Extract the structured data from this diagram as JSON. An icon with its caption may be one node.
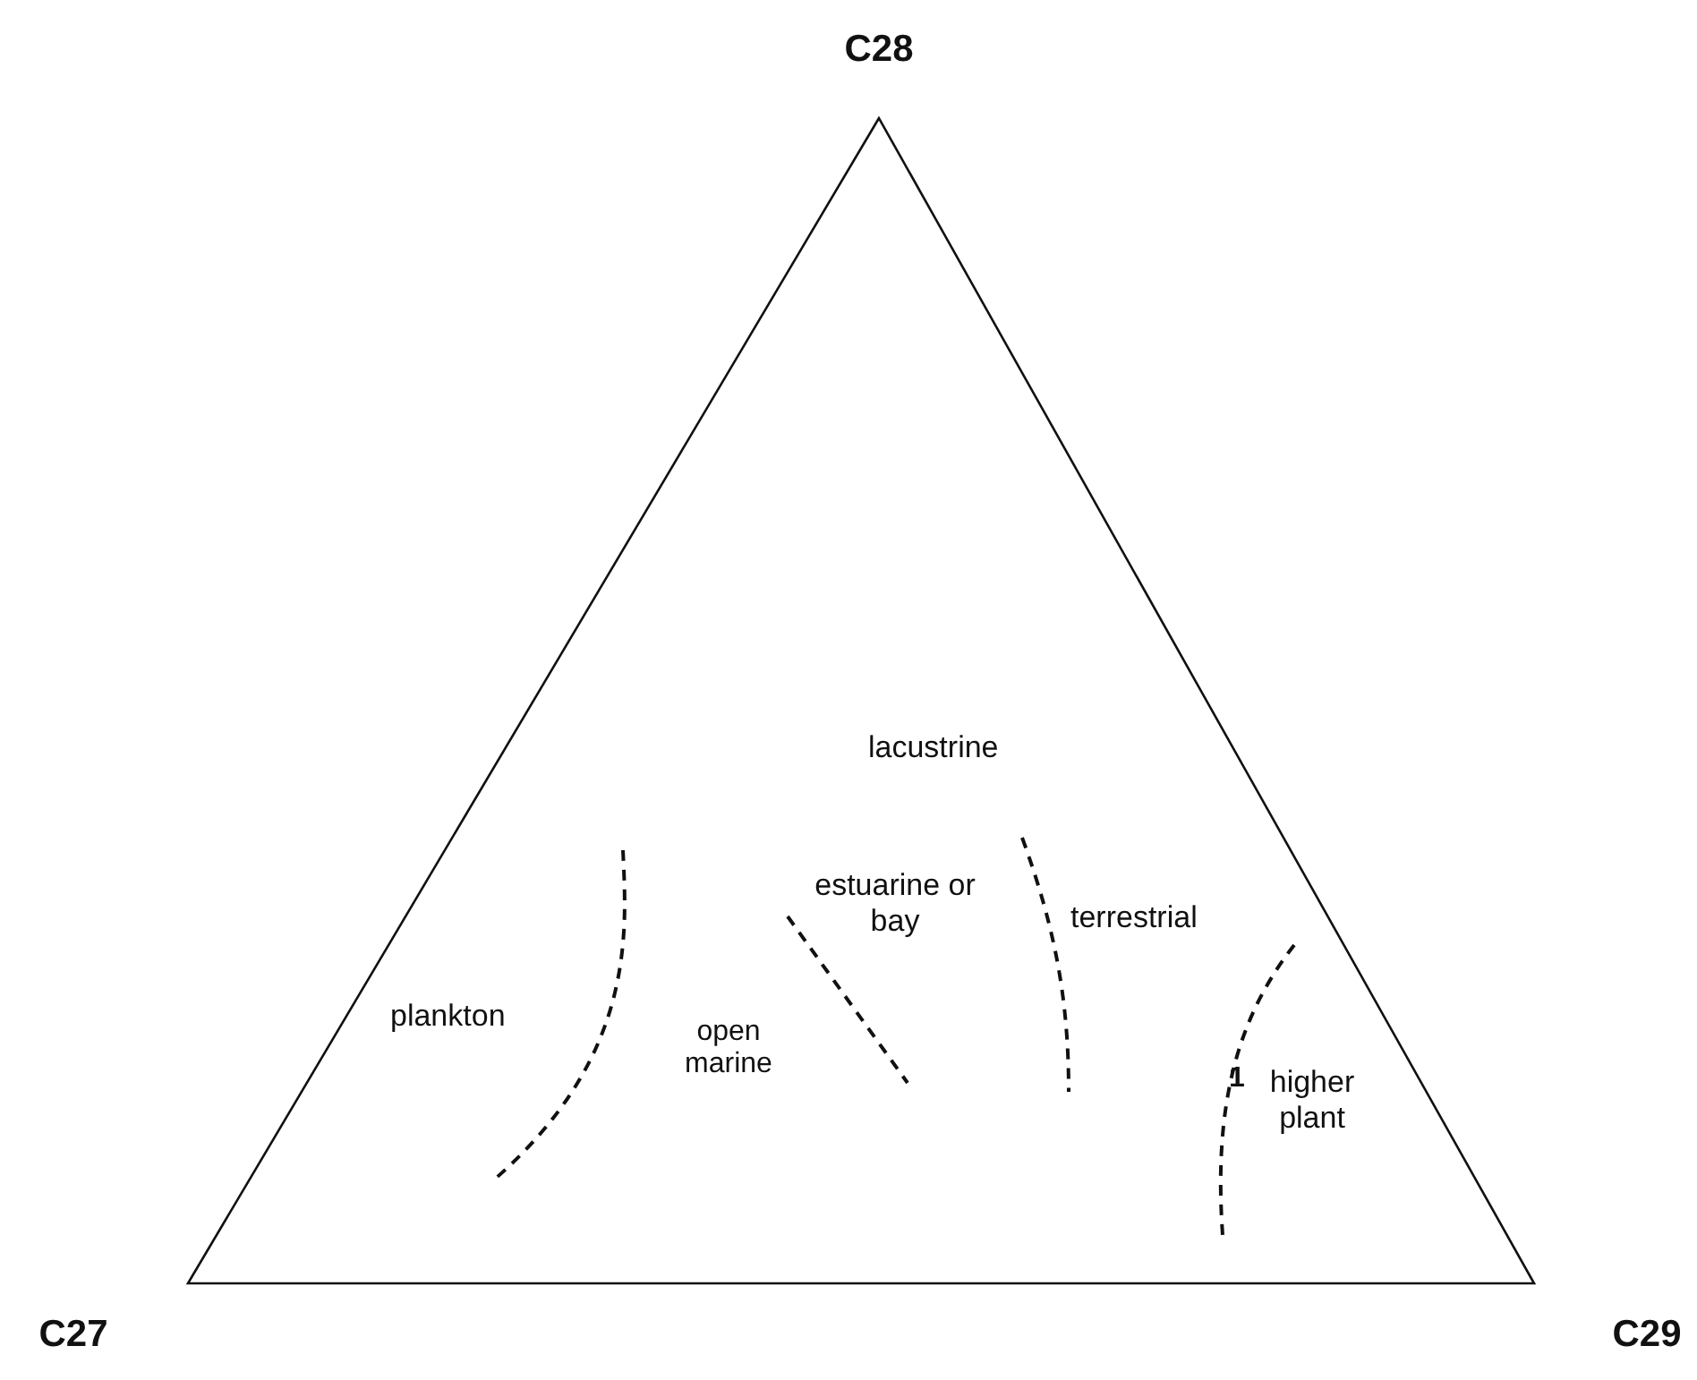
{
  "diagram": {
    "labels": [
      "C28",
      "lacustrine",
      "estuarine or bay",
      "terrestrial",
      "plankton",
      "open marine",
      "1",
      "higher plant",
      "C27",
      "C29"
    ]
  }
}
